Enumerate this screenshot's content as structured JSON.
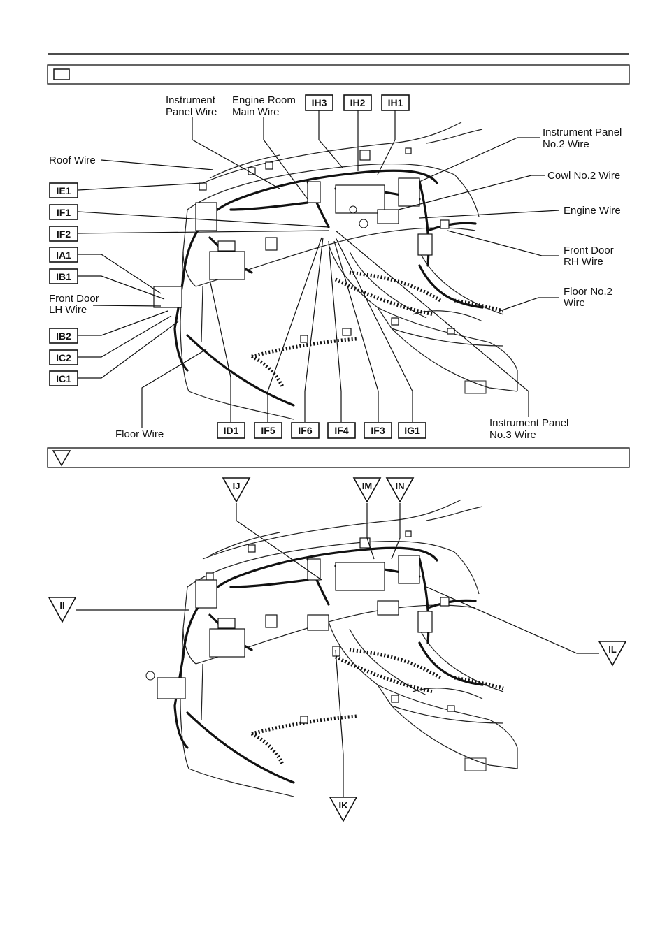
{
  "section1": {
    "wire_labels": [
      {
        "id": "instrument-panel-wire",
        "lines": [
          "Instrument",
          "Panel Wire"
        ]
      },
      {
        "id": "engine-room-main-wire",
        "lines": [
          "Engine Room",
          "Main Wire"
        ]
      },
      {
        "id": "roof-wire",
        "lines": [
          "Roof Wire"
        ]
      },
      {
        "id": "front-door-lh-wire",
        "lines": [
          "Front Door",
          "LH Wire"
        ]
      },
      {
        "id": "floor-wire",
        "lines": [
          "Floor Wire"
        ]
      },
      {
        "id": "instrument-panel-no2-wire",
        "lines": [
          "Instrument Panel",
          "No.2 Wire"
        ]
      },
      {
        "id": "cowl-no2-wire",
        "lines": [
          "Cowl No.2 Wire"
        ]
      },
      {
        "id": "engine-wire",
        "lines": [
          "Engine Wire"
        ]
      },
      {
        "id": "front-door-rh-wire",
        "lines": [
          "Front Door",
          "RH Wire"
        ]
      },
      {
        "id": "floor-no2-wire",
        "lines": [
          "Floor No.2",
          "Wire"
        ]
      },
      {
        "id": "instrument-panel-no3-wire",
        "lines": [
          "Instrument Panel",
          "No.3 Wire"
        ]
      }
    ],
    "connectors": {
      "top": [
        "IH3",
        "IH2",
        "IH1"
      ],
      "left": [
        "IE1",
        "IF1",
        "IF2",
        "IA1",
        "IB1",
        "IB2",
        "IC2",
        "IC1"
      ],
      "bottom": [
        "ID1",
        "IF5",
        "IF6",
        "IF4",
        "IF3",
        "IG1"
      ]
    }
  },
  "section2": {
    "connectors": [
      "IJ",
      "IM",
      "IN",
      "II",
      "IL",
      "IK"
    ]
  }
}
